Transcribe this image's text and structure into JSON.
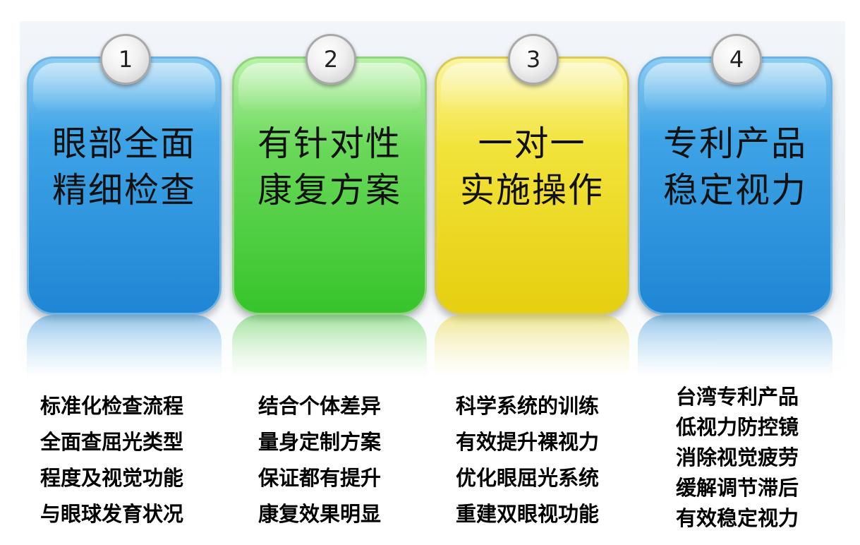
{
  "cards": [
    {
      "number": "1",
      "title_line1": "眼部全面",
      "title_line2": "精细检查",
      "color": "#1f86d5"
    },
    {
      "number": "2",
      "title_line1": "有针对性",
      "title_line2": "康复方案",
      "color": "#37c42b"
    },
    {
      "number": "3",
      "title_line1": "一对一",
      "title_line2": "实施操作",
      "color": "#e6cf10"
    },
    {
      "number": "4",
      "title_line1": "专利产品",
      "title_line2": "稳定视力",
      "color": "#1f86d5"
    }
  ],
  "descriptions": [
    [
      "标准化检查流程",
      "全面查屈光类型",
      "程度及视觉功能",
      "与眼球发育状况"
    ],
    [
      "结合个体差异",
      "量身定制方案",
      "保证都有提升",
      "康复效果明显"
    ],
    [
      "科学系统的训练",
      "有效提升裸视力",
      "优化眼屈光系统",
      "重建双眼视功能"
    ],
    [
      "台湾专利产品",
      "低视力防控镜",
      "消除视觉疲劳",
      "缓解调节滞后",
      "有效稳定视力"
    ]
  ]
}
